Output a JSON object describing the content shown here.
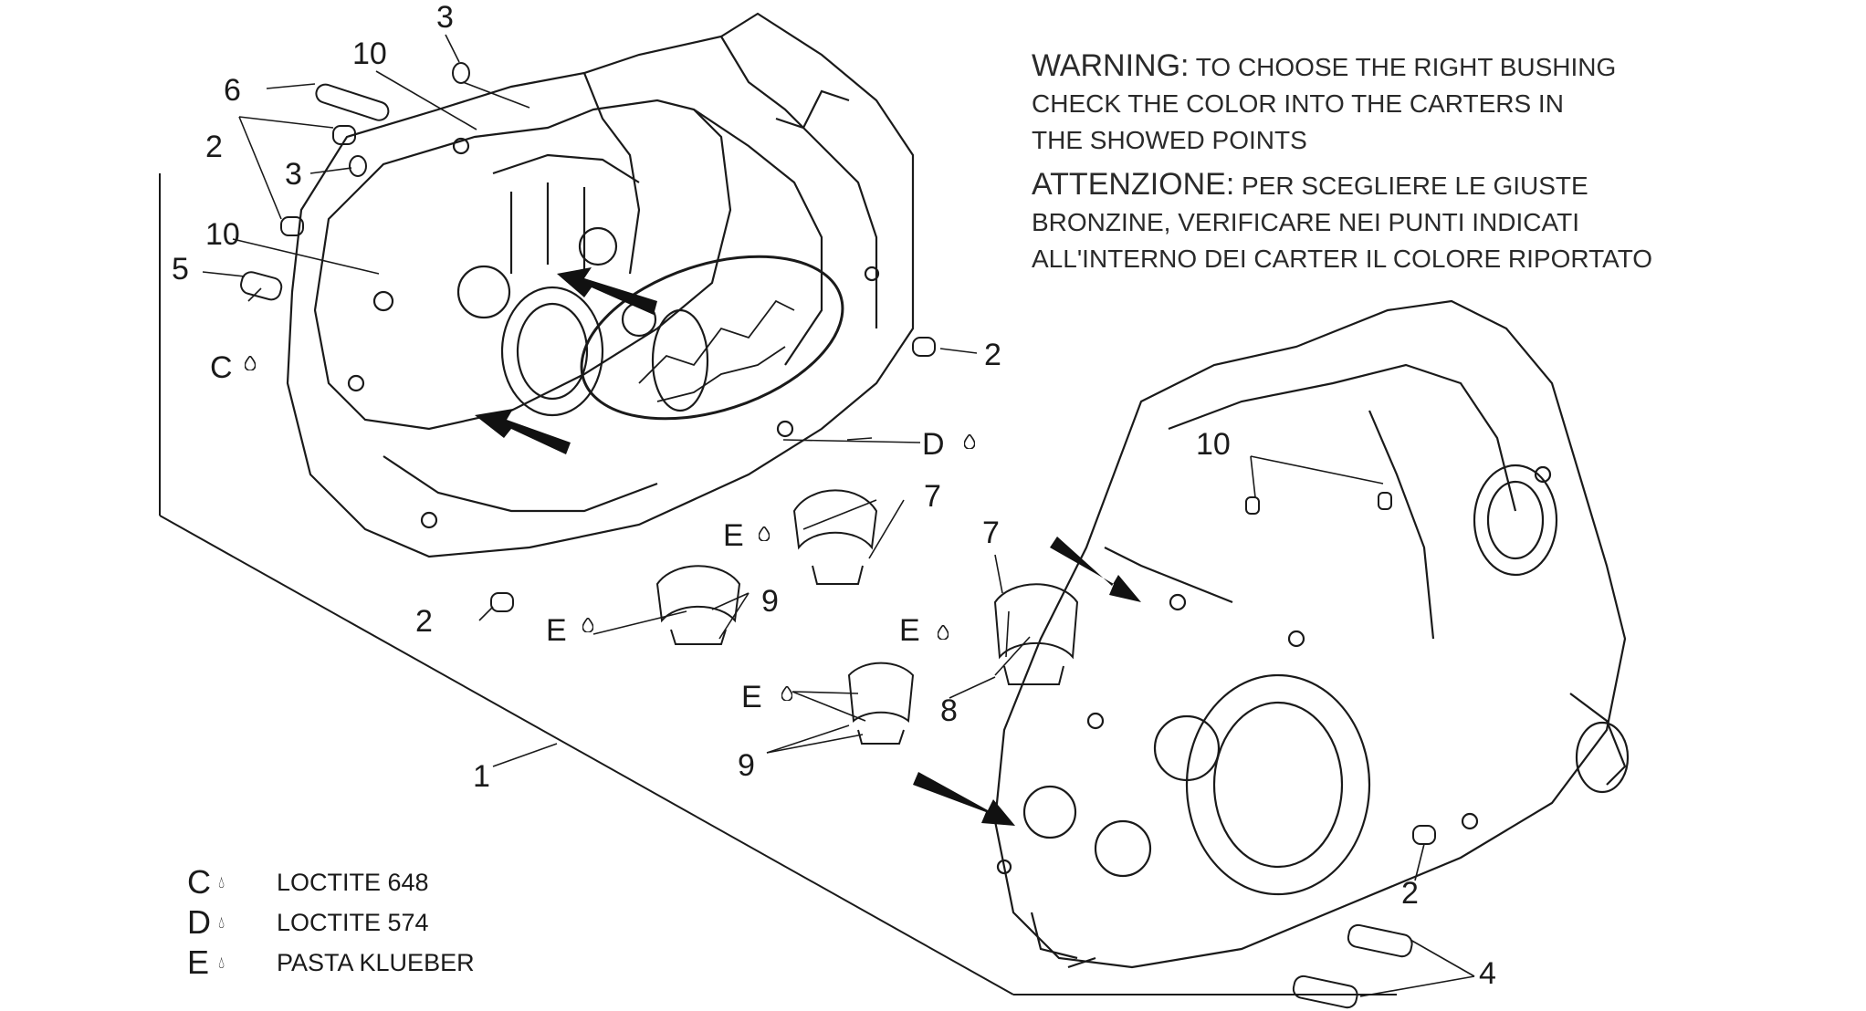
{
  "notes": {
    "warning_lead": "WARNING:",
    "warning_line1": "TO CHOOSE THE RIGHT BUSHING",
    "warning_line2": "CHECK THE COLOR INTO THE CARTERS IN",
    "warning_line3": "THE SHOWED POINTS",
    "attention_lead": "ATTENZIONE:",
    "attention_line1": "PER SCEGLIERE LE GIUSTE",
    "attention_line2": "BRONZINE, VERIFICARE NEI PUNTI INDICATI",
    "attention_line3": "ALL'INTERNO DEI CARTER IL COLORE RIPORTATO"
  },
  "callouts": {
    "c1": "1",
    "c2a": "2",
    "c2b": "2",
    "c2c": "2",
    "c2d": "2",
    "c3a": "3",
    "c3b": "3",
    "c4": "4",
    "c5": "5",
    "c6": "6",
    "c7a": "7",
    "c7b": "7",
    "c8": "8",
    "c9a": "9",
    "c9b": "9",
    "c10a": "10",
    "c10b": "10",
    "c10c": "10",
    "cC": "C",
    "cD": "D",
    "cE1": "E",
    "cE2": "E",
    "cE3": "E",
    "cE4": "E"
  },
  "legend": [
    {
      "code": "C",
      "text": "LOCTITE 648"
    },
    {
      "code": "D",
      "text": "LOCTITE 574"
    },
    {
      "code": "E",
      "text": "PASTA KLUEBER"
    }
  ],
  "icons": {
    "drop": "drop-icon",
    "arrow": "pointer-arrow-icon"
  }
}
